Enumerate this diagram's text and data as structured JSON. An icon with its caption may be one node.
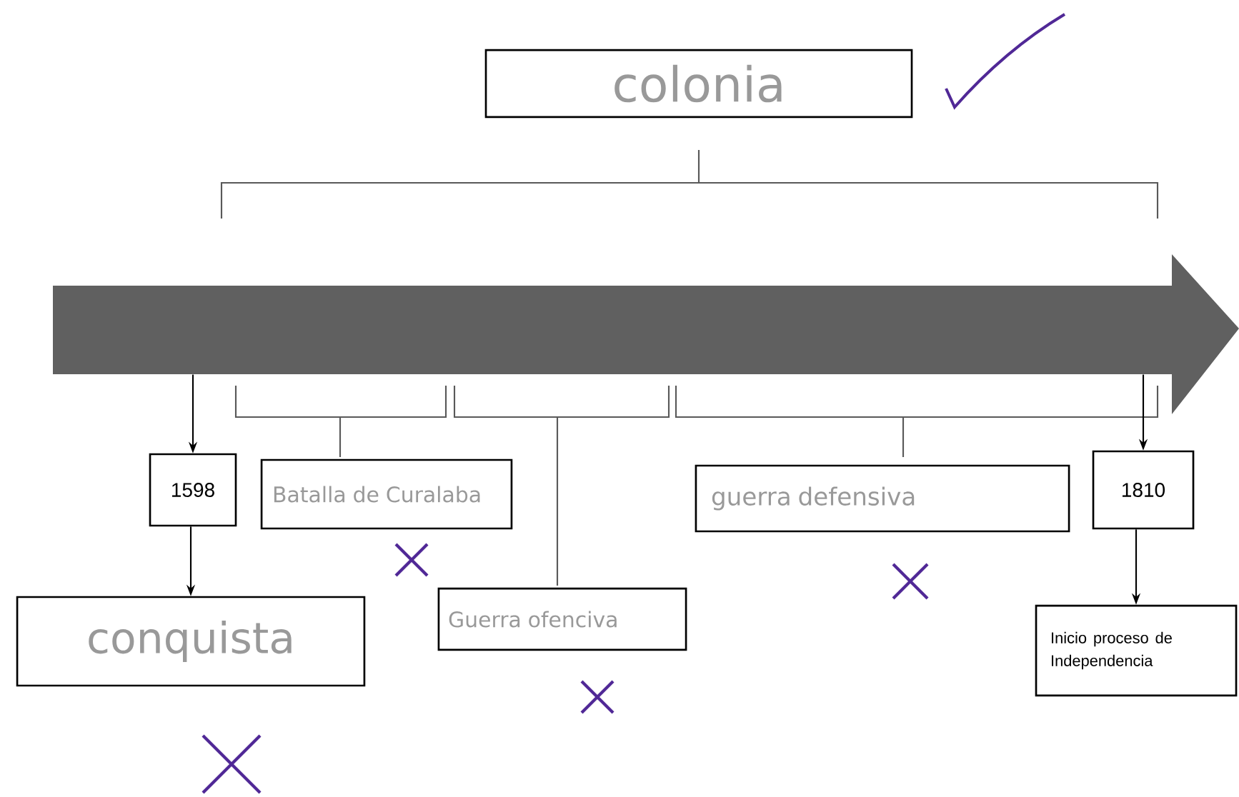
{
  "diagram": {
    "nodes": [
      {
        "text": [
          "colonia"
        ]
      },
      {
        "text": [],
        "shape": "arrow"
      },
      {
        "text": [
          "1598"
        ]
      },
      {
        "text": [
          "Batalla de Curalaba"
        ]
      },
      {
        "text": [
          "conquista"
        ]
      },
      {
        "text": [
          "Guerra ofenciva"
        ]
      },
      {
        "text": [
          "guerra defensiva"
        ]
      },
      {
        "text": [
          "1810"
        ]
      },
      {
        "text": [
          "Inicio proceso de Independencia"
        ]
      }
    ],
    "edges": [
      {
        "from": 1,
        "to": 2,
        "arrow": "to"
      },
      {
        "from": 2,
        "to": 4,
        "arrow": "to"
      },
      {
        "from": 1,
        "to": 7,
        "arrow": "to"
      },
      {
        "from": 7,
        "to": 8,
        "arrow": "to"
      }
    ]
  }
}
